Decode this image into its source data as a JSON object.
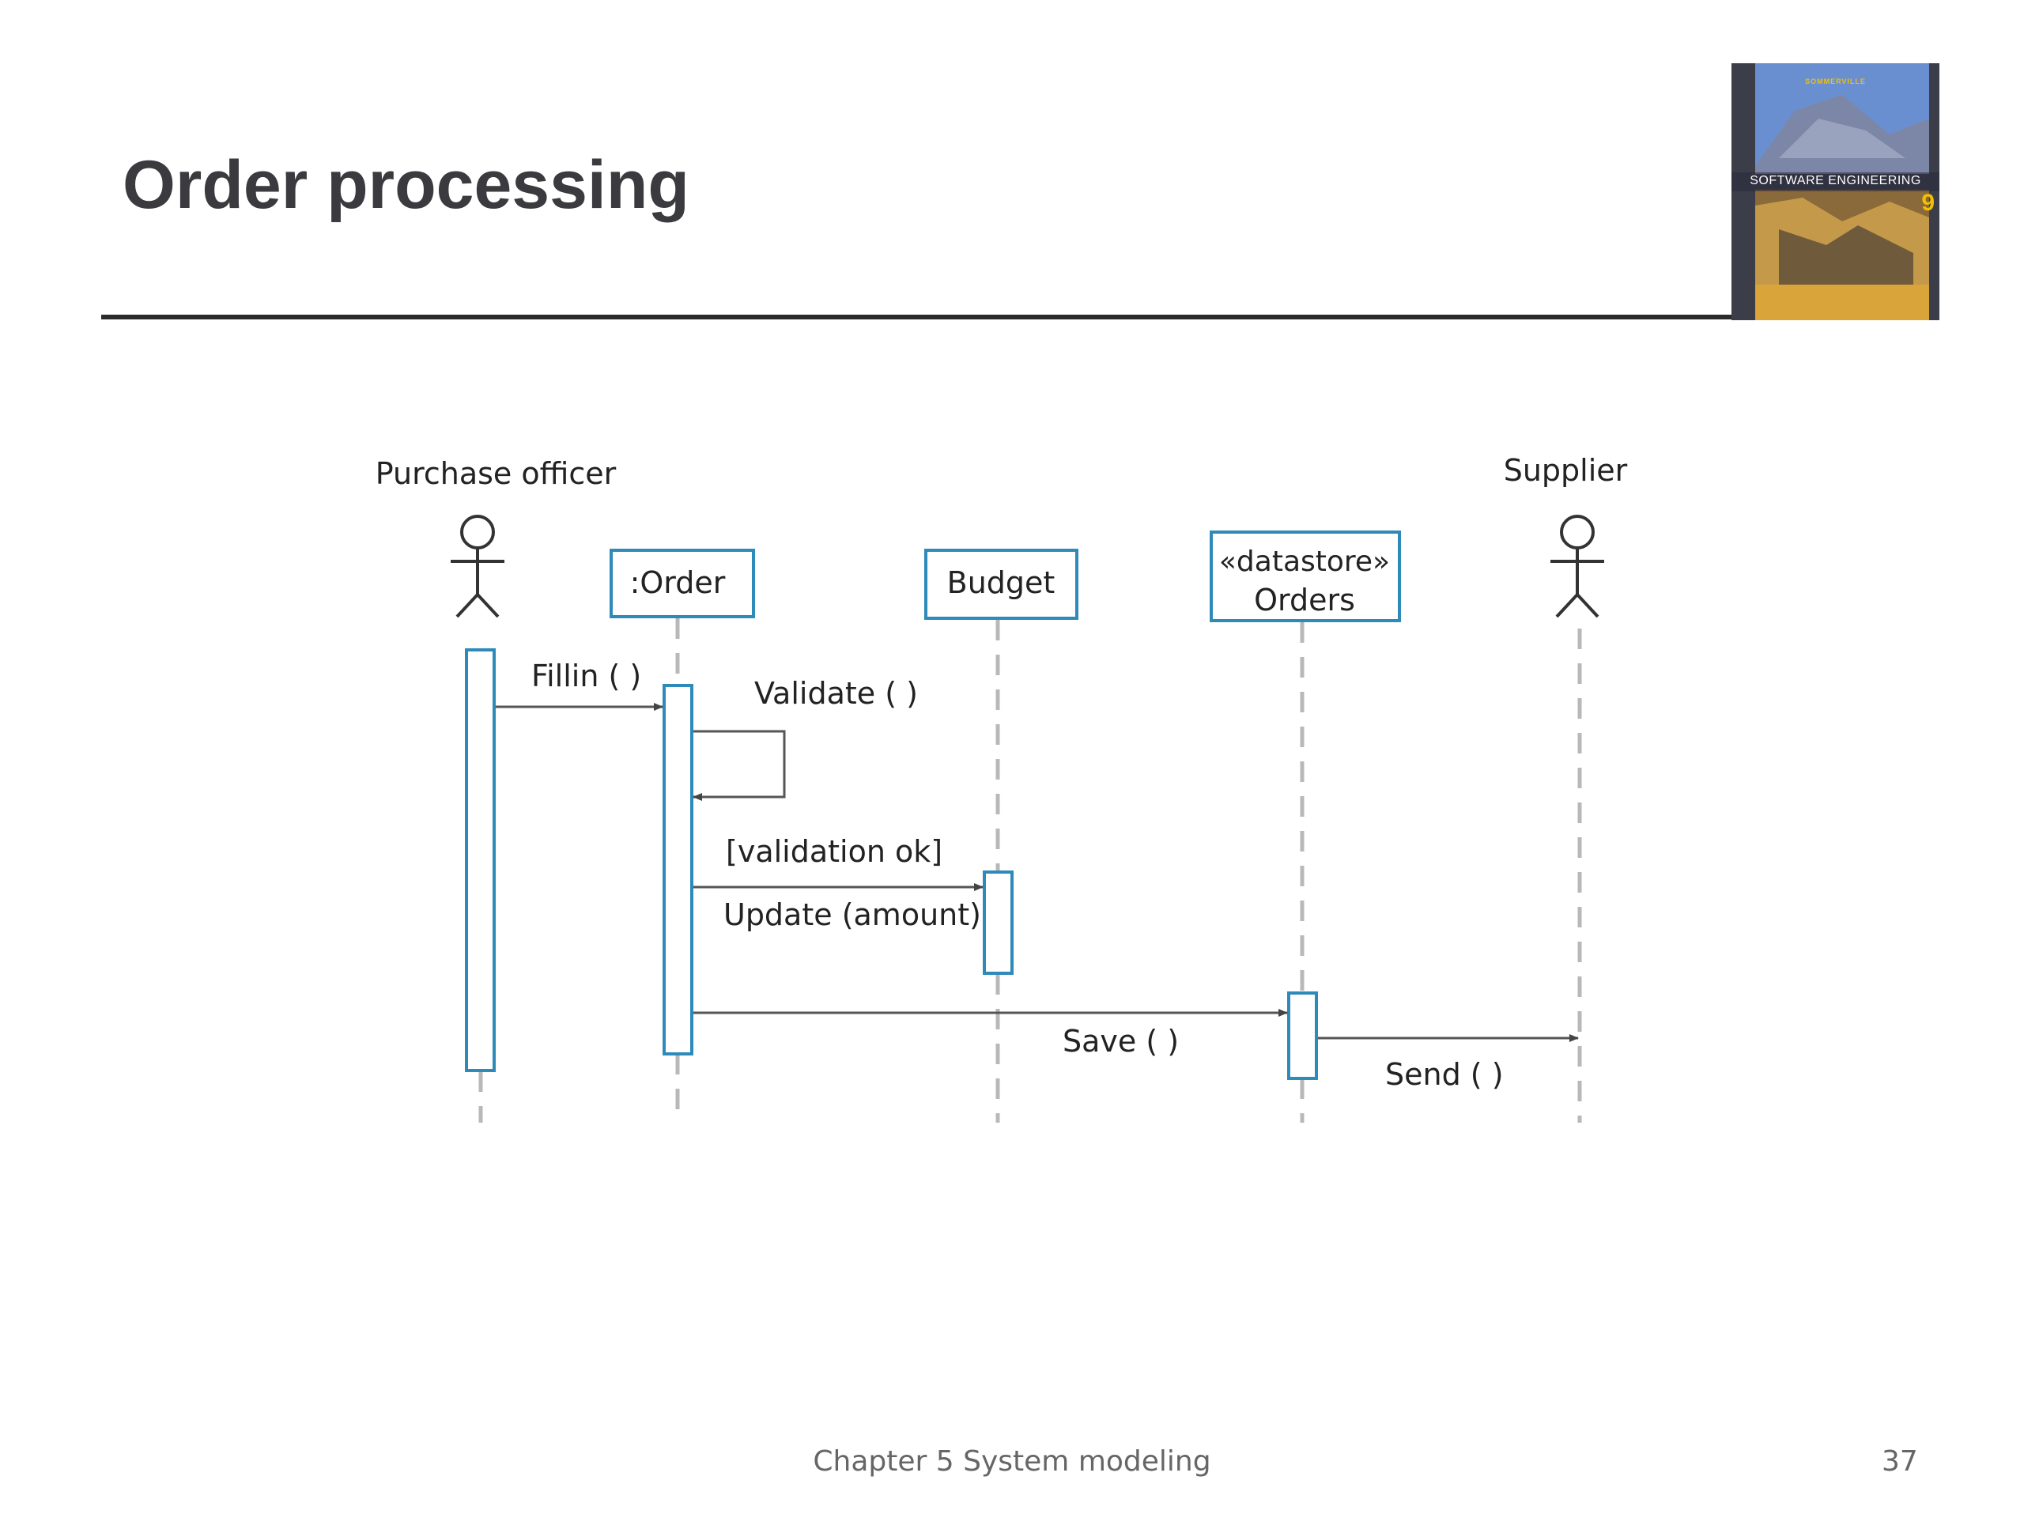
{
  "slide": {
    "title": "Order processing",
    "footer": "Chapter 5 System modeling",
    "page_number": "37"
  },
  "book_cover": {
    "author": "SOMMERVILLE",
    "title": "SOFTWARE ENGINEERING",
    "edition": "9"
  },
  "diagram": {
    "type": "uml-sequence",
    "colors": {
      "lifeline_box": "#2e8ab8",
      "activation": "#2e8ab8",
      "dash": "#b8b8b8",
      "arrow": "#555555"
    },
    "actors": {
      "purchase_officer": "Purchase officer",
      "supplier": "Supplier"
    },
    "objects": {
      "order": ":Order",
      "budget": "Budget",
      "orders_stereotype": "«datastore»",
      "orders_name": "Orders"
    },
    "messages": {
      "fillin": "Fillin ( )",
      "validate": "Validate ( )",
      "validation_guard": "[validation ok]",
      "update": "Update (amount)",
      "save": "Save ( )",
      "send": "Send ( )"
    }
  }
}
